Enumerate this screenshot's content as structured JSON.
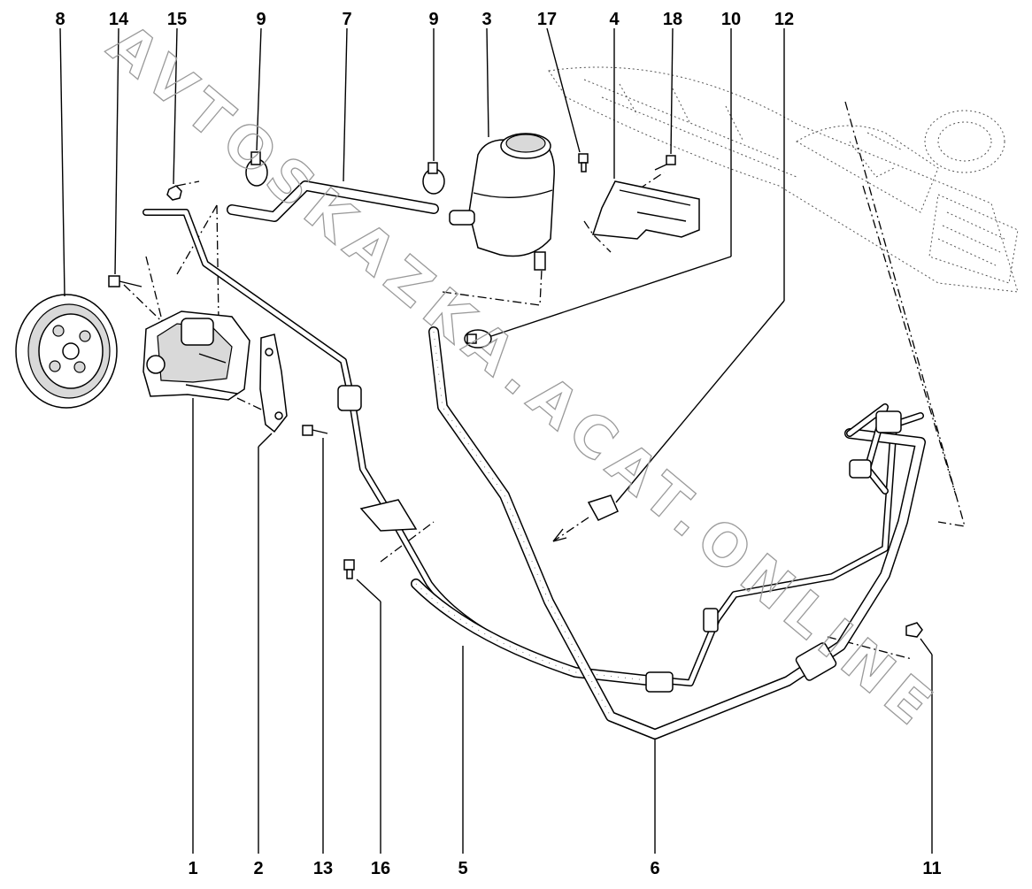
{
  "callouts": {
    "top": [
      {
        "id": "c8",
        "label": "8"
      },
      {
        "id": "c14",
        "label": "14"
      },
      {
        "id": "c15",
        "label": "15"
      },
      {
        "id": "c9a",
        "label": "9"
      },
      {
        "id": "c7",
        "label": "7"
      },
      {
        "id": "c9b",
        "label": "9"
      },
      {
        "id": "c3",
        "label": "3"
      },
      {
        "id": "c17",
        "label": "17"
      },
      {
        "id": "c4",
        "label": "4"
      },
      {
        "id": "c18",
        "label": "18"
      },
      {
        "id": "c10",
        "label": "10"
      },
      {
        "id": "c12",
        "label": "12"
      }
    ],
    "bottom": [
      {
        "id": "c1",
        "label": "1"
      },
      {
        "id": "c2",
        "label": "2"
      },
      {
        "id": "c13",
        "label": "13"
      },
      {
        "id": "c16",
        "label": "16"
      },
      {
        "id": "c5",
        "label": "5"
      },
      {
        "id": "c6",
        "label": "6"
      },
      {
        "id": "c11",
        "label": "11"
      }
    ]
  },
  "watermark": {
    "text": "AVTOSKAZKA.ACAT.ONLINE"
  }
}
